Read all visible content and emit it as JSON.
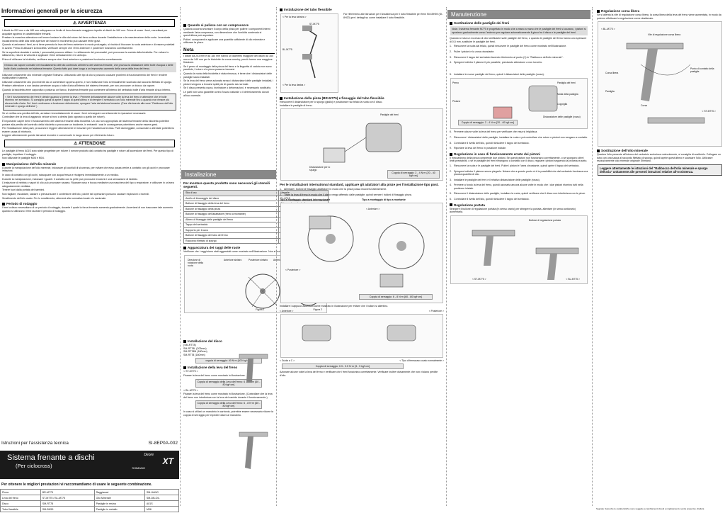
{
  "col1": {
    "title": "Informazioni generali per la sicurezza",
    "warning_label": "AVVERTENZA",
    "warning_paras": [
      "I dischi da 203 mm e da 180 mm sviluppano un livello di forza frenante maggiore rispetto ai dischi da 160 mm. Prima di usare i freni, esercitarsi per acquisire appieno le caratteristiche frenanti.",
      "Prestare la massima attenzione nel tenere lontane le dita dal rotore del freno a disco durante l'installazione o la manutenzione della ruota. Leventuale incastramento delle dita nelle aperture del rotore in movimento può causare ferite gravi.",
      "Quando si azionano i freni, se si tiene premuta la leva del freno anteriore in modo prolungato, si rischia di bloccare la ruota anteriore e di essere proiettati in avanti. Prima di utilizzare la bicicletta, verificare sempre che i freni anteriore e posteriore funzionino correttamente.",
      "Se la superficie stradale è umida, i pneumatici possono slittare. Lo slittamento dei pneumatici, può provocare la caduta della bicicletta. Per evitare lo slittamento, ridurre la velocità e applicare i freni delicatamente e in anticipo.",
      "Prima di utilizzare la bicicletta, verificare sempre che i freni anteriore e posteriore funzionino correttamente."
    ],
    "grey_box": "Il blocco da vapore consiste nel riscaldamento dell'olio contenuto all'interno del sistema frenante, che provoca la dilatazione delle bolle d'acqua o delle bolle d'aria contenute nel sistema frenante. Questo fatto può dare luogo a un improvviso aumento della corsa della leva del freno.",
    "more_paras": [
      "Utilizzare unicamente olio minerale originale Shimano. Utilizzando altri tipi di olio si possono causare problemi di funzionamento dei freni e rendere inutilizzabile il sistema.",
      "Utilizzare unicamente olio proveniente da un contenitore appena aperto, e non riutilizzare l'olio eventualmente scaricato dal raccordo filettato di spurgo.",
      "Prestare attenzione a non lasciar penetrare acqua o bolle d'aria all'interno del sistema frenante, per non provocare un blocco da vapore.",
      "Quando la bicicletta viene capovolta o posta su un fianco, il sistema frenante può contenere all'interno del serbatoio bolle d'aria rimaste al suo interno."
    ],
    "shade_box": "< Se il funzionamento dei freni è debole quando si preme la leva > Premere delicatamente alcune volte la leva del freno e attendere che le bolle ritornino nel serbatoio. Si consiglia quindi di aprire il tappo di quest'ultimo e di riempire il serbatoio con l'olio minerale fino a quando non rimane più alcuna bolla d'aria. Se i freni continuano a funzionare debolmente, spurgare l'aria dal sistema frenante. (Fare riferimento alla voce \"Rabbocco dell'olio minerale e spurgo dell'aria\".)",
    "post_shade": [
      "Se si verifica una perdita dell'olio, arrestare immediatamente di usare i freni ed eseguire correttamente le riparazioni necessarie.",
      "Controllare che la leva di aggancio veloce si trovi a destra (lato opposto a quello del rotore).",
      "È importante capire bene il funzionamento del sistema frenante della bicicletta. Un uso non appropriato del sistema frenante della bicicletta potrebbe portare alla perdita del controllo della bicicletta o provocare un incidente, in entrambi i casi le conseguenze potrebbero anche essere gravi.",
      "Per l'installazione della parti, procurarsi e leggere attentamente le istruzioni per l'assistenza tecnica. Parti danneggiate, consumate o allentate potrebbero essere causa di infortunio.",
      "Leggere attentamente queste istruzioni tecniche e conservarle in luogo sicuro per riferimento futuro."
    ],
    "caution_label": "ATTENZIONE",
    "caution_paras": [
      "Le pastiglie di freno A01S sono state progettate per ridurre il rumore prodotto dal contatto tra pastiglie e rotore all'accensione dei freni. Per questo tipo di pastiglie, rispettare il rodaggio.",
      "Non utilizzare le pastiglie M06 e M04."
    ],
    "mineral_oil_heading": "Manipolazione dell'olio minerale",
    "mineral_oil_paras": [
      "Durante la manipolazione dell'olio minerale, indossare gli occhiali di sicurezza, per evitare che esso possa venire a contatto con gli occhi e provocare irritazioni.",
      "In caso di contatto con gli occhi, sciacquare con acqua fresca e rivolgersi immediatamente a un medico.",
      "Durante la manipolazione, indossare i guanti. Il contatto con la pelle può provocare eruzioni e una sensazione di fastidio.",
      "L'inalazione di nebbia o vapori di olio può provocare nausea. Riparare naso e bocca mediante una maschera del tipo a respiratore, e utilizzare in un'area adeguatamente ventilata.",
      "Tenere fuori dalla portata dei bambini.",
      "Non tagliare, riscaldare, saldare o pressurizzare il contenitore dell'olio, poiché tali operazioni possono causare esplosioni o incendi.",
      "Smaltimento dell'olio usato: Per lo smaltimento, attenersi alla normativa locale e/o nazionale."
    ],
    "bedding_heading": "Periodo di rodaggio",
    "bedding_para": "I freni a disco necessitano di un periodo di rodaggio, durante il quale la forza frenante aumenta gradualmente. Accertarsi di non trascurare tale aumento quando si utilizzano i freni durante il periodo di rodaggio.",
    "service_heading": "Istruzioni per l'assistenza tecnica",
    "doc_code": "SI-8EP0A-002"
  },
  "title_block": {
    "line1": "Sistema frenante a dischi",
    "line2": "(Per ciclocross)",
    "brand": "SHIMANO",
    "series_small": "Deore",
    "series_big": "XT"
  },
  "intro": "Per ottenere le migliori prestazioni vi raccomandiamo di usare le seguente combinazione.",
  "parts": [
    [
      "Pinza",
      "BR-M775",
      "Raggiacavi",
      "SM-HANG"
    ],
    [
      "Leva del freno",
      "ST-M775 / BL-M775",
      "Olio Minerale",
      "SM-DB-OIL"
    ],
    [
      "Disco",
      "SM-RT78",
      "Pastiglie in resina",
      "A01S"
    ],
    [
      "Tubo flessibile",
      "SM-BH59",
      "Pastiglie in metallo",
      "M06"
    ]
  ],
  "col2": {
    "box_heading": "Quando si pulisce con un compressore",
    "box_paras": [
      "Qualora occorra smontare il corpo della pinza per pulirne i componenti interni mediante l'aria compressa, con dimensione che l'umidità contenuta si quest'ultima può asportare.",
      "Pulire i componenti e applicare una quantità sufficiente di olio minerale e utilizzare la pinza."
    ],
    "nota_title": "Nota",
    "nota_paras": [
      "I dischi da 203 mm e da 180 mm hanno un diametro maggiore dei dischi da 160 mm e da 140 mm per le biciclette da cross country, perciò hanno una maggiore flessione.",
      "Se il perno di montaggio della pinza del freno e la linguetta di caduta non sono parallele, il rotore e la pinza possono toccarsi.",
      "Quando la ruota della bicicletta è stata rimossa, è bene che i distanziatori delle pastiglie siano installati.",
      "Se la leva del freno viene azionata senza i distanziatori delle pastiglie installati, i pistoni vengono a trovarsi spinti più di quanto sia normale.",
      "Se il disco presenta usura, incrinature o deformazioni, è necessario sostituirlo.",
      "Le parti non sono garantite contro l'usura naturale o il deterioramento dovuti all'uso normale."
    ]
  },
  "install_banner": "Installazione",
  "tools_intro": "Per montare questo prodotto sono necessari gli utensili seguenti.",
  "tools": {
    "headers": [
      "Sito d'uso",
      "Utensile"
    ],
    "rows": [
      [
        "Anello di bloccaggio del disco",
        "TL-LR15"
      ],
      [
        "Bullone di fissaggio della leva del freno",
        "Chiave a brugola da 4 mm"
      ],
      [
        "Bullone di fissaggio della pinza",
        "Chiave a brugola da 5 mm"
      ],
      [
        "Bullone di fissaggio dell'adattatore (freno a montante)",
        "Chiave a brugola da 5 mm"
      ],
      [
        "Albero di fissaggio delle pastiglie del freno",
        "Chiave a brugola da 3 mm"
      ],
      [
        "Tappo del serbatoio",
        "Cacciavite a croce #1"
      ],
      [
        "Supporto per il cavo",
        "Cacciavite a croce #2"
      ],
      [
        "Bullone di fissaggio del tubo del freno",
        "Chiave fissa da 8 mm"
      ],
      [
        "Raccordo filettato di spurgo",
        "Chiave fissa da 7 mm"
      ]
    ]
  },
  "col3_more": {
    "bracket_heading": "Agganciatura dei raggi delle ruote",
    "bracket_text": "Verificare che i raggi siano stati agganciati come mostrato nell'illustrazione. Non si può usare un assemblaggio di tipo radiale.",
    "fig_labels": [
      "Direzione di rotazione della ruota",
      "Anteriore sinistro",
      "Posteriore sinistro",
      "Anteriore destro",
      "Posteriore destro",
      "Figura 1",
      "Figura 2"
    ],
    "disc_heading": "Installazione del disco",
    "disc_models": [
      "(SM-RT78)",
      "SM-RT78L (203mm)",
      "SM-RT78M (180mm)",
      "SM-RT78 (160mm)"
    ],
    "disc_torque": "coppia di serraggio: 40 N·m {400 kgf·cm}",
    "lever_heading": "Installazione della leva del freno",
    "lever_st": "< ST-M775 >",
    "lever_st_text": "Fissare la leva del freno come mostrato in illustrazione.",
    "lever_torque": "Coppia di serraggio della Leva del freno: 6 - 8 N·m {60 - 80 kgf·cm}",
    "lever_bl": "< BL-M775 >",
    "lever_bl_text": "Fissare la leva del freno come mostrato in illustrazione. (Controllare che la leva del freno non interferisca con la leva del cambio durante il funzionamento.)",
    "bottom_text": "In caso si utilizzi un manubrio in carbonio, potrebbe essere necessario ridurre la coppia di serraggio per impedire danni al manubrio."
  },
  "col4": {
    "hose_heading": "Installazione del tubo flessibile",
    "hose_text": "Far riferimento alle istruzioni per l'Assistenza per il tubo flessibile per freni SM-BH59 (SI-8H20) per i dettagli su come installare il tubo flessibile.",
    "hose_labels": [
      "< Per la leva sinistra >",
      "ST-M775",
      "BL-M775",
      "< Per la leva destra >"
    ],
    "caliper_heading": "Installazione della pinza (BR-M775) e fissaggio del tubo flessibile",
    "caliper_text": [
      "Rimuovere il distanziatore per lo spurgo (giallo) e posizionare sul telaio la ruota con il disco.",
      "Installare le pastiglie di freno."
    ],
    "caliper_labels": [
      "Pastiglie dei freni",
      "Distanziatore per lo spurgo"
    ],
    "caliper_torque": "Coppia di serraggio: 2 - 4 N·m {20 - 40 kgf·cm}",
    "adapter_text": "Per le installazioni international standard, applicare gli adattatori alla pinze per l'installazione tipo post.",
    "adapter_steps": [
      "Allentare i bulloni di fissaggio adattatore in modo che la pinza possa muoversi lateralmente.",
      "Tirare la leva di freno in modo che il disco venga afferrato dalle pastiglie, quindi serrare i bulloni di fissaggio pinza."
    ],
    "mount_std": "Tipo a montaggio standard internazionale",
    "mount_post": "Tipo a montaggio di tipo a montante",
    "anteriore": "< Anteriore >",
    "posteriore": "< Posteriore >",
    "adapter_torque": "Coppia di serraggio: 6 - 8 N·m {60 - 80 kgf·cm}",
    "cap_text": "Installare i cappucci accessori come mostrato in illustrazione per evitare che i bulloni si allentino.",
    "guide_label": "< Guida a C >",
    "fermacavo": "< Tipo di fermacavo usato normalmente >",
    "guide_torque": "Coppia di serraggio: 0.3 - 0.5 N·m {3 - 5 kgf·cm}",
    "guide_text": "Azionare alcune volte la leva del freno e verificare che i freni funzionino correttamente. Verificare inoltre visivamente che non vi siano perdite d'olio."
  },
  "col5": {
    "banner": "Manutenzione",
    "pads_heading": "Sostituzione delle pastiglie dei freni",
    "nota": "Nota: Il sistema frenante M775 è progettato in modo che a mano a mano che le pastiglie dei freni si usurano, i pistoni si spostano gradualmente verso l'esterno per regolare automaticamente il gioco fra il disco e le pastiglie dei freni.",
    "pads_intro": "Quando si nota un eccesso di olio lubrificante sulle pastiglie del freno, o quando le pastiglie del freno hanno uno spessore di 0,5 mm, sostituire le pastiglie dei freni.",
    "steps": [
      "Rimuovere la ruota dal telaio, quindi rimuovere le pastiglie del freno come mostrato nell'illustrazione.",
      "Pulire i pistoni e la zona circostante.",
      "Rimuovere il tappo del serbatoio facendo riferimento al punto (1) in \"Rabbocco dell'olio minerale\".",
      "Spingere indietro il pistone il più possibile, prestando attenzione a non torcerlo.",
      "Installare le nuove pastiglie del freno, quindi i distanziatori delle pastiglie (rosso).",
      "Premere alcune volte la leva del freno per verificare che essa si irrigidisca.",
      "Rimuovere i distanziatori delle pastiglie, installare la ruota e poi controllare che rotore e pistoni non vengano a contatto.",
      "Controllare il livello dell'olio, quindi richiudere il tappo del serbatoio.",
      "Riportare la leva del freno in posizione iniziale."
    ],
    "pad_torque": "Coppia di serraggio: 2 - 4 N·m {20 - 40 kgf·cm}",
    "pad_labels": [
      "Pastiglia dei freni",
      "Perno",
      "Molla della pastiglia",
      "Coppiglia",
      "Pistone",
      "Distanziatore delle pastiglie (rosso)"
    ],
    "malfunc_heading": "Regolazione in caso di funzionamento errato dei pistoni",
    "malfunc_text": "Il meccanismo della pinza comprende due pistoni. Se questi pistoni non funzionano correttamente, o se sporgono oltre i limiti prestabiliti, o se le pastiglie dei freni rimangono a contatto con il disco, regolare i pistoni seguendo la procedura sotto.",
    "malfunc_steps": [
      "Rimuovere la ruota e le pastiglie dei freni. Pulire i pistoni e l'area circostante, quindi aprire il tappo del serbatoio.",
      "Spingere indietro il pistone senza piegarlo. Notare che a questo punto si è la possibilità che dal serbatoio fuoriesca una piccola quantità di olio.",
      "Installare le pastiglie dei freni e il relativo distanziatore delle pastiglie (rosso).",
      "Premere a fondo la leva del freno, quindi azionarla ancora alcune volte in modo che i due pistoni ritornino tutti nella posizione iniziale.",
      "Rimuovere il distanziatore delle pastiglie, installare la ruota, quindi verificare che il disco non interferisca con le pinze.",
      "Controllare il livello dell'olio, quindi richiudere il tappo del serbatoio."
    ],
    "reach_heading": "Regolazione portata",
    "reach_text": "Stringere il bullone di regolazione portata (in senso orario) per stringere la portata, allentare (in senso antiorario) aumentarla.",
    "reach_labels": [
      "Bullone di regolazione portata",
      "< ST-M775 >",
      "< BL-M775 >"
    ],
    "free_heading": "Regolazione corsa libera",
    "free_text": "Se si allenta la vite di regolazione corsa libera, la corsa libera della leva del freno viene aumentata, in modo da poterne effettuare la regolazione come desiderato.",
    "free_labels": [
      "< BL-M775 >",
      "Vite di regolazione corsa libera",
      "Punto di contatto della pastiglia",
      "Corsa libera",
      "Corsa",
      "Pastiglia",
      "< ST-M775 >"
    ],
    "oil_heading": "Sostituzione dell'olio minerale",
    "oil_text": "Qualora l'olio presente all'interno del serbatoio scolorisca notevolmente, si consiglia di sostituirlo. Collegare un tubo con una sacca al raccordo filettato di spurgo, quindi aprire quest'ultimo e scaricare l'olio. Utilizzare esclusivamente olio minerale originale Shimano.",
    "oil_box": "Leggere attentamente le istruzioni del \"Rabbocco dell'olio minerale e spurgo dell'aria\" unitamente alle presenti istruzioni relative all'Assistenza.",
    "footnote": "Segnale rivela che le caratteristiche sono soggette a cambiamenti dovuti a miglioramenti, senza preavviso. (Italian)"
  }
}
